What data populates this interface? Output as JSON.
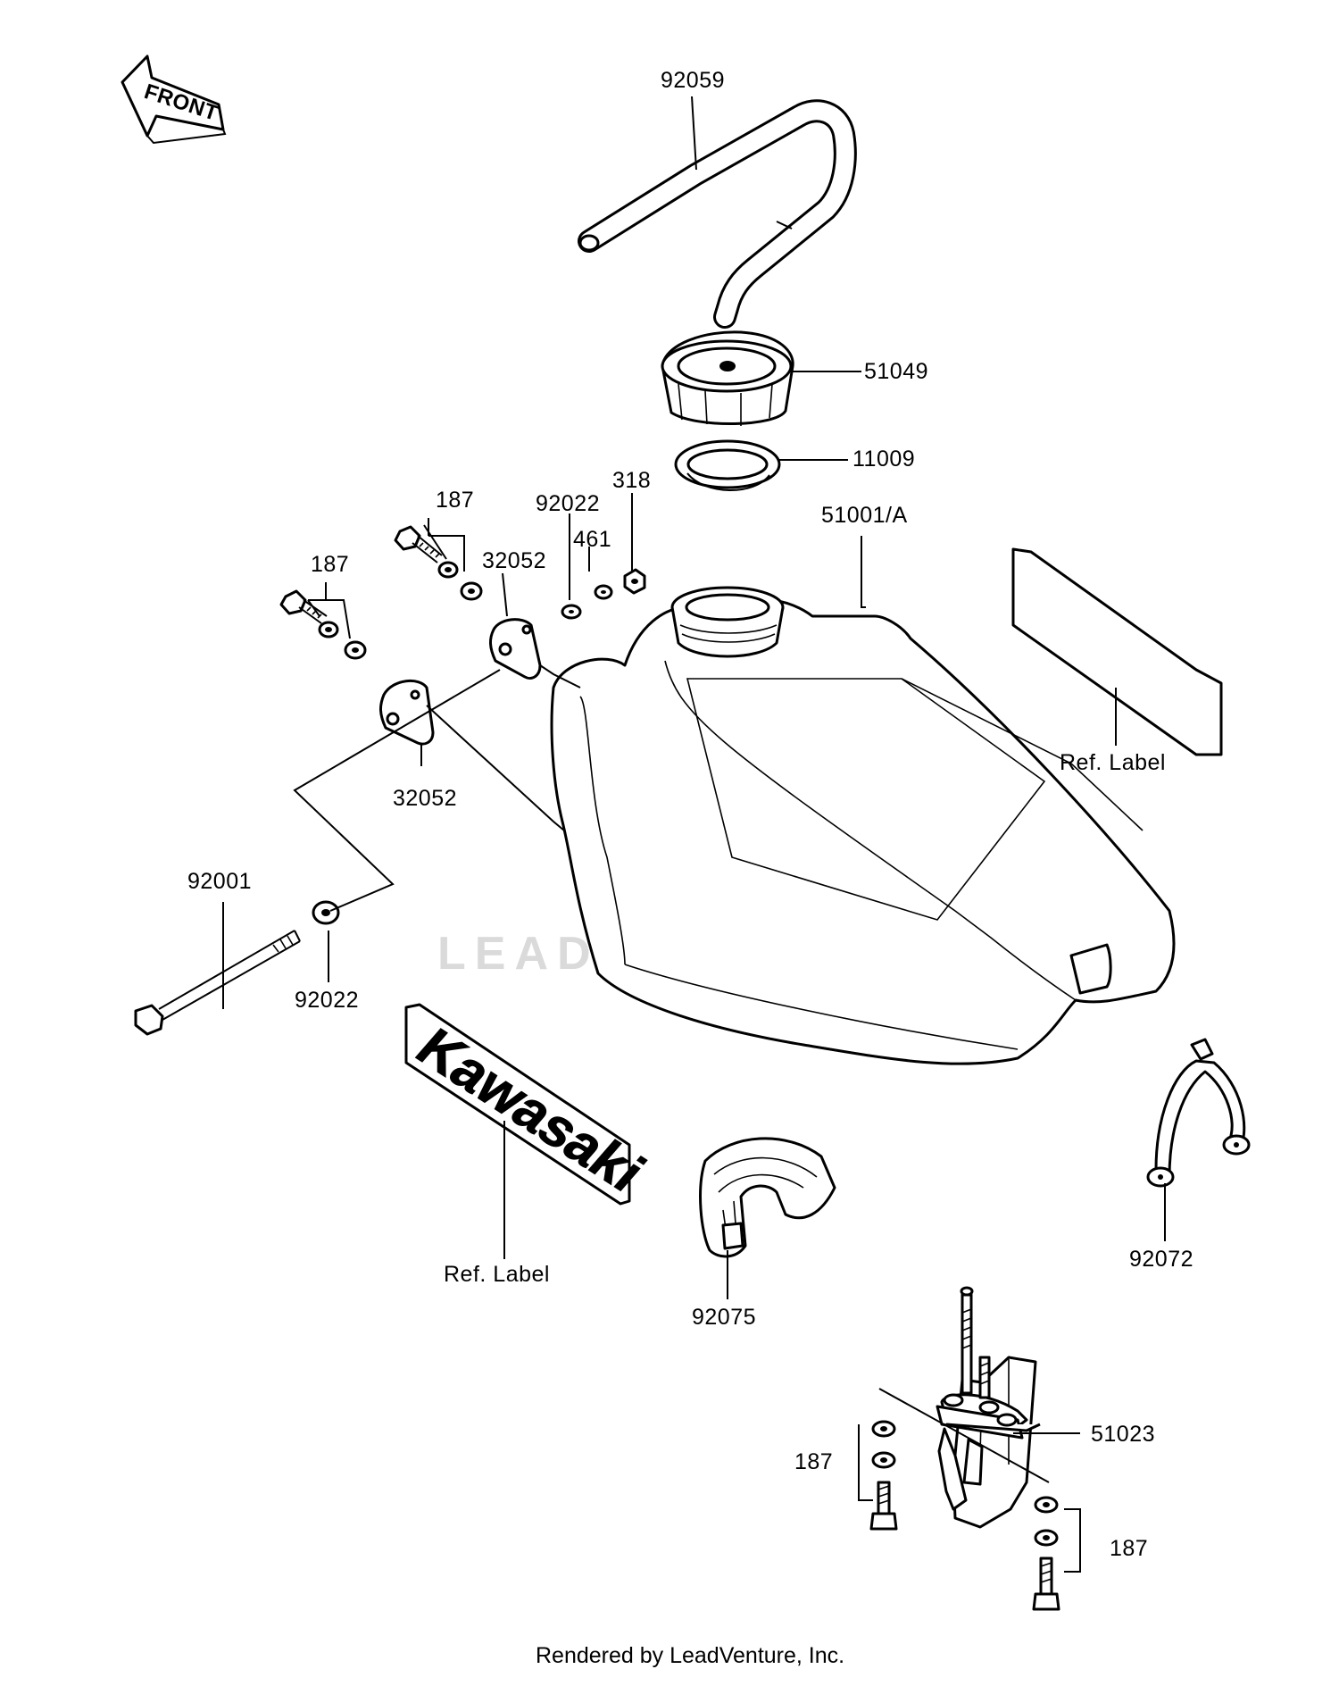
{
  "diagram": {
    "front_arrow_label": "FRONT",
    "part_labels": {
      "p92059": "92059",
      "p51049": "51049",
      "p11009": "11009",
      "p51001a": "51001/A",
      "p318": "318",
      "p92022_top": "92022",
      "p461": "461",
      "p187_a": "187",
      "p32052_top": "32052",
      "p187_b": "187",
      "p32052_bottom": "32052",
      "p92001": "92001",
      "p92022_bottom": "92022",
      "ref_label_right": "Ref. Label",
      "ref_label_left": "Ref. Label",
      "p92075": "92075",
      "p92072": "92072",
      "p51023": "51023",
      "p187_c": "187",
      "p187_d": "187"
    },
    "emblem_text": "Kawasaki",
    "watermark_text": "LEADVENTURE"
  },
  "footer": {
    "rendered_by": "Rendered by LeadVenture, Inc."
  }
}
